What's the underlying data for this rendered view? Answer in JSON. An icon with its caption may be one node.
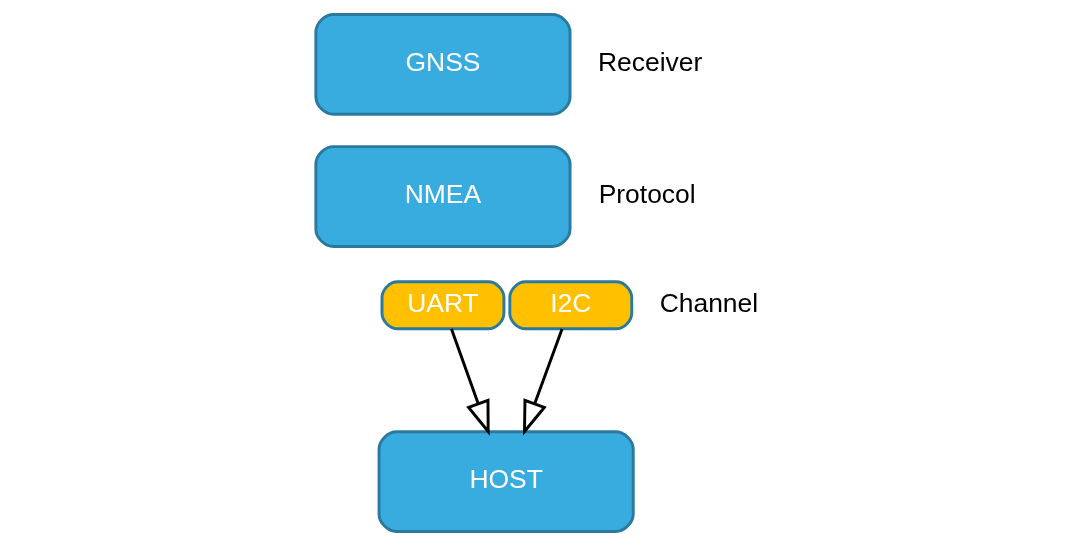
{
  "diagram": {
    "nodes": [
      {
        "text": [
          "GNSS"
        ]
      },
      {
        "text": [
          "NMEA"
        ]
      },
      {
        "text": [
          "UART"
        ]
      },
      {
        "text": [
          "I2C"
        ]
      },
      {
        "text": [
          "HOST"
        ]
      }
    ],
    "edges": [
      {
        "from": 2,
        "to": 4,
        "arrow": "to"
      },
      {
        "from": 3,
        "to": 4,
        "arrow": "to"
      }
    ],
    "labels": [
      "Receiver",
      "Protocol",
      "Channel"
    ]
  }
}
